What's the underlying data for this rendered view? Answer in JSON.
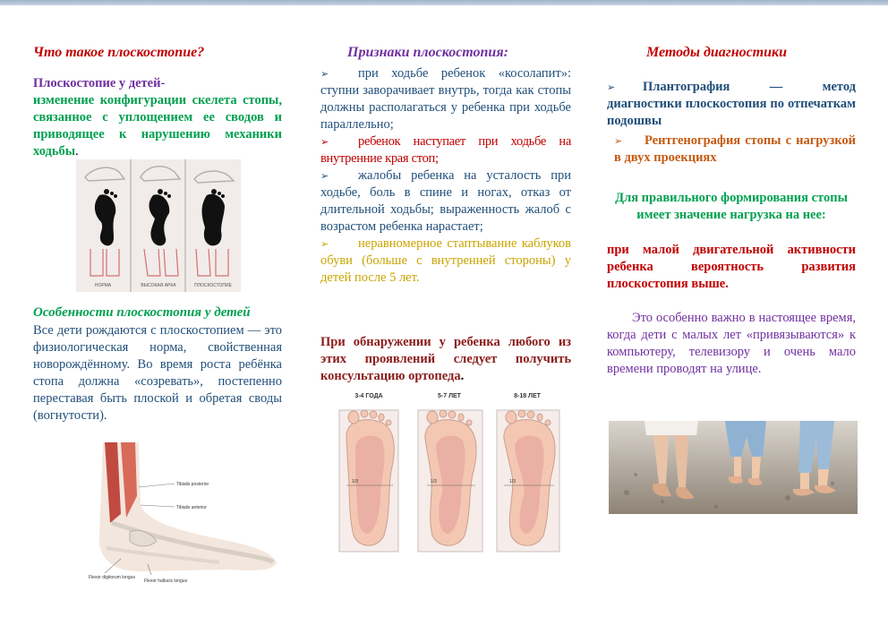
{
  "col1": {
    "heading": "Что такое плоскостопие?",
    "def_title": "Плоскостопие у детей-",
    "def_text": "изменение конфигурации скелета стопы, связанное с уплощением ее сводов и приводящее к нарушению механики ходьбы",
    "def_dot": ".",
    "img_labels": [
      "НОРМА",
      "ВЫСОКАЯ АРКА",
      "ПЛОСКОСТОПИЕ"
    ],
    "features_heading": "Особенности плоскостопия у детей",
    "features_text": "Все дети рождаются с плоскостопием — это физиологическая норма, свойственная новорождённому. Во время роста ребёнка стопа должна «созревать», постепенно переставая быть плоской и обретая своды (вогнутости).",
    "anatomy_labels": [
      "Tibialis posterior",
      "Tibialis anterior",
      "Flexor digitorum longus",
      "Flexor hallucis longus"
    ]
  },
  "col2": {
    "heading": "Признаки плоскостопия:",
    "signs": [
      "при ходьбе ребенок «косолапит»: ступни заворачивает внутрь, тогда как стопы должны располагаться у ребенка при ходьбе параллельно;",
      "ребенок наступает при ходьбе на внутренние края стоп;",
      "жалобы ребенка на усталость при ходьбе, боль в спине и ногах, отказ от длительной ходьбы; выраженность жалоб с возрастом ребенка нарастает;",
      "неравномерное стаптывание каблуков обуви (больше с внутренней стороны) у детей после 5 лет."
    ],
    "advice": "При обнаружении у ребенка любого из этих проявлений следует получить консультацию ортопеда",
    "advice_dot": ".",
    "age_labels": [
      "3-4 ГОДА",
      "5-7 ЛЕТ",
      "8-18 ЛЕТ"
    ],
    "fraction_label": "1/3"
  },
  "col3": {
    "heading": "Методы диагностики",
    "method1": "Плантография — метод диагностики плоскостопия по отпечаткам подошвы",
    "method2": "Рентгенография стопы с нагрузкой в двух проекциях",
    "load_text": "Для правильного формирования стопы имеет значение нагрузка на нее:",
    "risk_text": "при малой двигательной активности ребенка вероятность развития плоскостопия выше.",
    "important_text": "Это особенно важно в настоящее время, когда дети с малых лет «привязываются» к компьютеру, телевизору и очень мало времени проводят на улице."
  },
  "colors": {
    "red": "#c00000",
    "purple": "#7030a0",
    "green": "#00a050",
    "blue": "#1f4e79",
    "orange": "#c55a11",
    "gold": "#c9a400"
  },
  "icons": {
    "bullet": "arrowhead-bullet-icon"
  }
}
